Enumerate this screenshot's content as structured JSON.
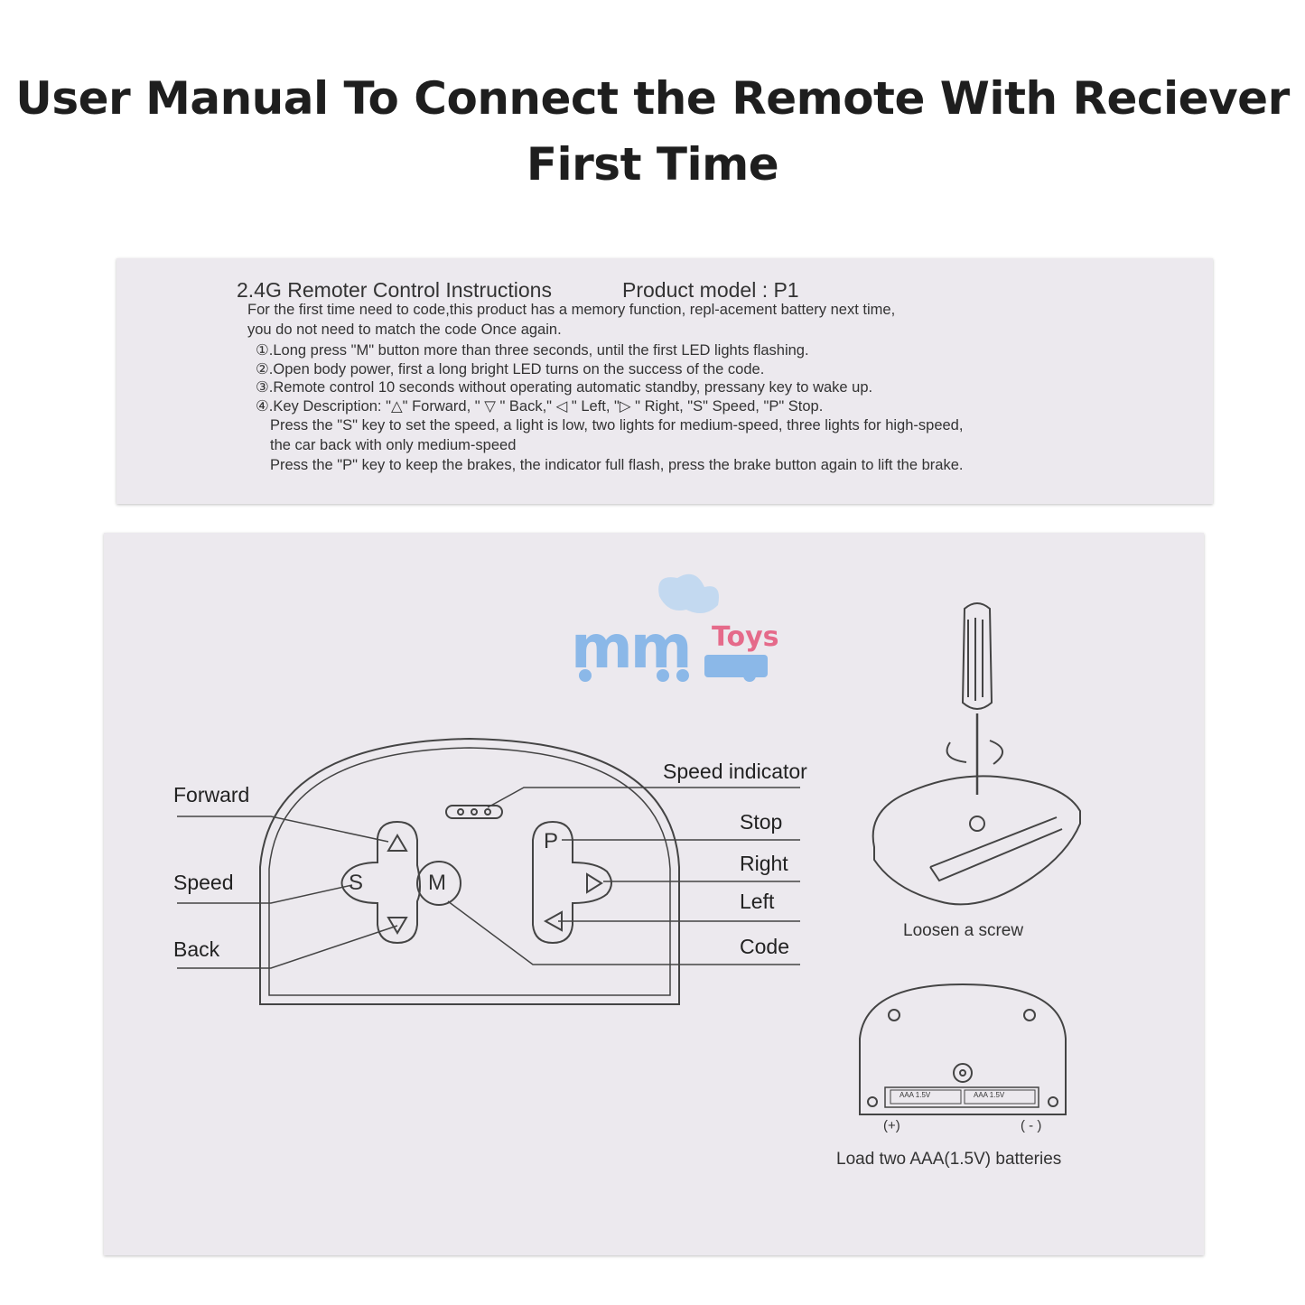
{
  "header": {
    "title_line1": "User Manual To Connect the Remote With Reciever",
    "title_line2": "First Time"
  },
  "instructions": {
    "heading": "2.4G Remoter Control Instructions",
    "model": "Product model : P1",
    "intro_1": "For the first time need to code,this product has a memory function, repl-acement battery next time,",
    "intro_2": "you do not need to match the code Once again.",
    "step_1": "①.Long press \"M\" button more than three seconds, until the first LED lights flashing.",
    "step_2": "②.Open body power, first a long bright LED turns on the success of the code.",
    "step_3": "③.Remote control 10 seconds without operating automatic standby, pressany key to wake up.",
    "step_4": "④.Key Description: \"△\" Forward, \" ▽ \" Back,\" ◁ \"  Left, \"▷ \" Right, \"S\" Speed, \"P\" Stop.",
    "note_1": "Press the \"S\" key to set the speed, a light is low, two lights for medium-speed, three lights for high-speed,",
    "note_2": "the car back with only medium-speed",
    "note_3": "Press the \"P\" key to keep the brakes, the indicator full flash, press the brake button again to  lift the brake."
  },
  "logo": {
    "brand": "mm",
    "badge": "Toys",
    "brand_color": "#8bb8e8",
    "badge_color": "#e56a8a"
  },
  "diagram": {
    "labels_left": {
      "forward": "Forward",
      "speed": "Speed",
      "back": "Back"
    },
    "labels_right": {
      "speed_indicator": "Speed indicator",
      "stop": "Stop",
      "right": "Right",
      "left": "Left",
      "code": "Code"
    },
    "buttons": {
      "s": "S",
      "m": "M",
      "p": "P"
    }
  },
  "steps": {
    "screw_caption": "Loosen a screw",
    "battery_caption": "Load two AAA(1.5V) batteries",
    "battery_label": "AAA 1.5V",
    "polarity_plus": "(+)",
    "polarity_minus": "( - )"
  }
}
